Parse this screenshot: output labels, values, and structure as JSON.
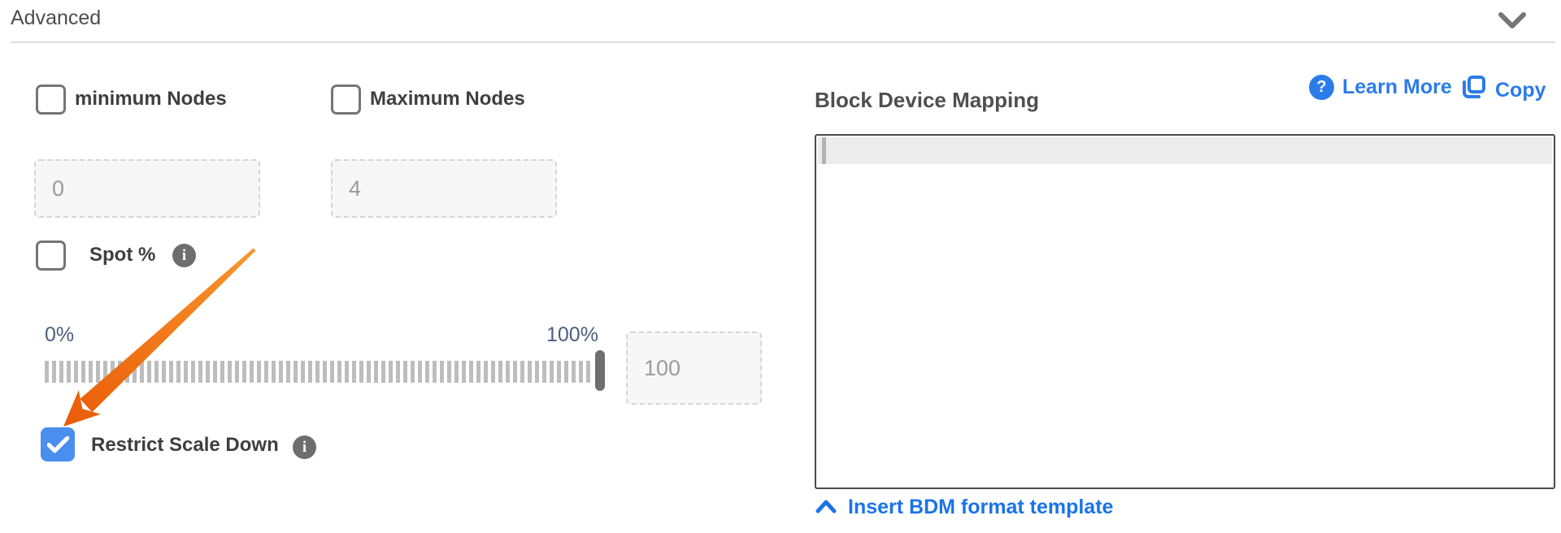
{
  "header": {
    "title": "Advanced",
    "collapse_icon": "chevron-down"
  },
  "left_panel": {
    "minimum_nodes": {
      "label": "minimum Nodes",
      "checked": false,
      "placeholder": "0"
    },
    "maximum_nodes": {
      "label": "Maximum Nodes",
      "checked": false,
      "placeholder": "4"
    },
    "spot": {
      "label": "Spot %",
      "checked": false,
      "info": "i"
    },
    "slider": {
      "min_label": "0%",
      "max_label": "100%",
      "position_percent": 100,
      "value_placeholder": "100"
    },
    "restrict_scale_down": {
      "label": "Restrict Scale Down",
      "checked": true,
      "info": "i"
    }
  },
  "bdm": {
    "title": "Block Device Mapping",
    "learn_more_label": "Learn More",
    "help_glyph": "?",
    "copy_label": "Copy",
    "editor_value": "",
    "insert_template_label": "Insert BDM format template"
  },
  "annotation": {
    "type": "arrow",
    "color_start": "#f9952d",
    "color_end": "#e95b07",
    "points_to": "restrict-scale-down-checkbox"
  },
  "colors": {
    "link_blue": "#2b7ce9",
    "insert_link_blue": "#1a73e8",
    "checked_checkbox_blue": "#4a8ef0",
    "slider_label_blue_gray": "#4e5d7e",
    "text_dark": "#3f3f3f",
    "info_gray": "#6e6e6e"
  }
}
